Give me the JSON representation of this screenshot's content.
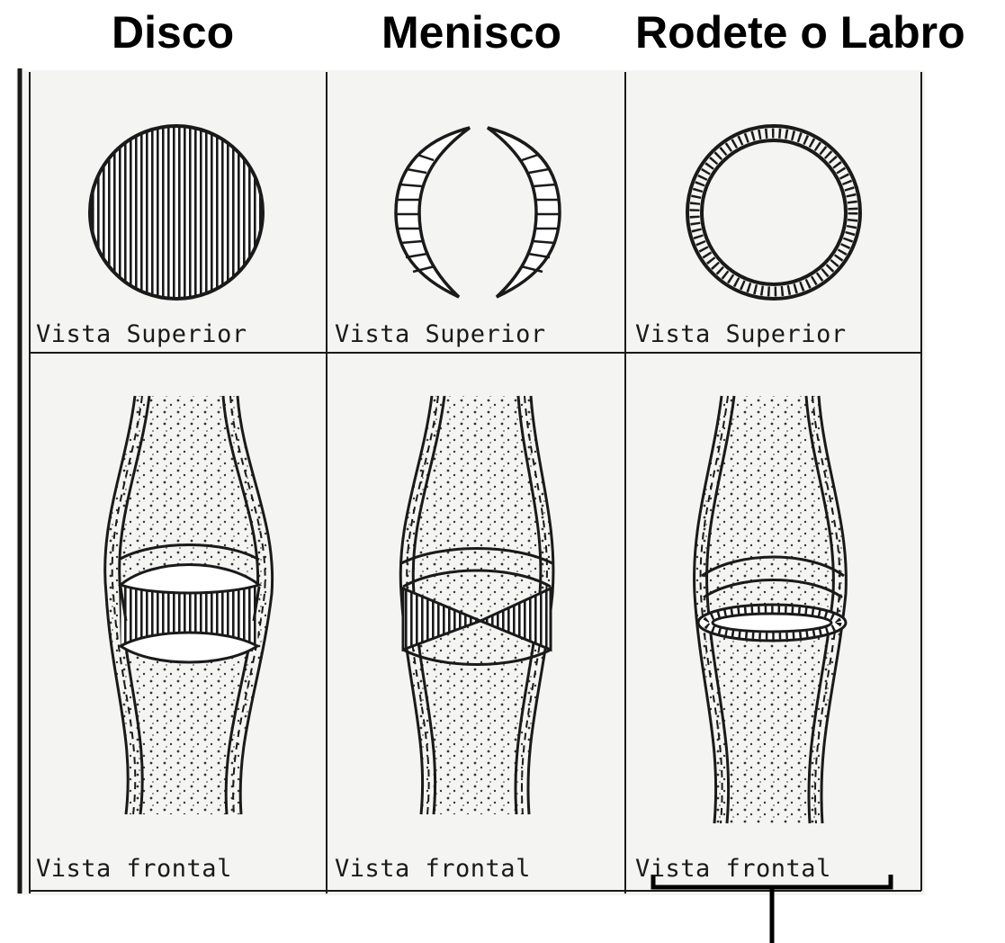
{
  "columns": [
    {
      "title": "Disco",
      "top_label": "Vista Superior",
      "bottom_label": "Vista frontal"
    },
    {
      "title": "Menisco",
      "top_label": "Vista Superior",
      "bottom_label": "Vista frontal"
    },
    {
      "title": "Rodete o Labro",
      "top_label": "Vista Superior",
      "bottom_label": "Vista frontal"
    }
  ],
  "colors": {
    "ink": "#1a1a1a",
    "paper": "#f4f4f2",
    "background": "#ffffff"
  }
}
